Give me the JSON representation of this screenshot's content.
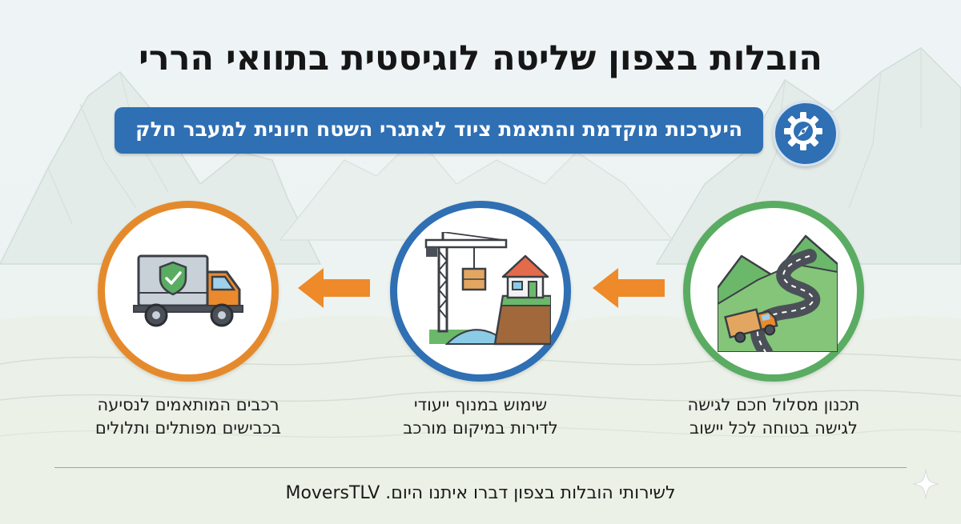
{
  "title": "הובלות בצפון שליטה לוגיסטית בתוואי הררי",
  "banner": {
    "text": "היערכות מוקדמת והתאמת ציוד לאתגרי השטח חיונית למעבר חלק",
    "icon": "gear-compass-icon"
  },
  "steps": [
    {
      "icon": "winding-mountain-road-truck-icon",
      "line1": "תכנון מסלול חכם לגישה",
      "line2": "לגישה בטוחה לכל יישוב",
      "color": "#5aac62"
    },
    {
      "icon": "crane-house-cliff-icon",
      "line1": "שימוש במנוף ייעודי",
      "line2": "לדירות במיקום מורכב",
      "color": "#2f6fb3"
    },
    {
      "icon": "shielded-truck-icon",
      "line1": "רכבים המותאמים לנסיעה",
      "line2": "בכבישים מפותלים ותלולים",
      "color": "#e58a2c"
    }
  ],
  "arrow_color": "#ee8a2a",
  "footer": "לשירותי הובלות בצפון דברו איתנו היום. MoversTLV"
}
